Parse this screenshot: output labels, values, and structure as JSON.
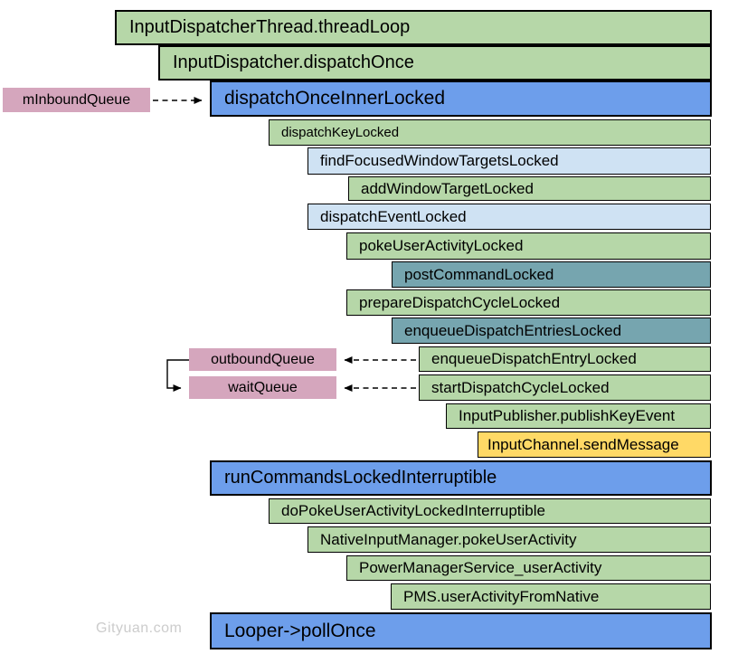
{
  "watermark": "Gityuan.com",
  "palette": {
    "green": "#b6d7a8",
    "blue": "#6d9eeb",
    "light_blue": "#cfe2f3",
    "teal": "#76a5af",
    "pink": "#d5a6bd",
    "yellow": "#ffd966",
    "border": "#000000",
    "watermark_gray": "#cccccc"
  },
  "boxes": [
    {
      "label": "InputDispatcherThread.threadLoop",
      "color": "green"
    },
    {
      "label": "InputDispatcher.dispatchOnce",
      "color": "green"
    },
    {
      "label": "dispatchOnceInnerLocked",
      "color": "blue"
    },
    {
      "label": "dispatchKeyLocked",
      "color": "green"
    },
    {
      "label": "findFocusedWindowTargetsLocked",
      "color": "light_blue"
    },
    {
      "label": "addWindowTargetLocked",
      "color": "green"
    },
    {
      "label": "dispatchEventLocked",
      "color": "light_blue"
    },
    {
      "label": "pokeUserActivityLocked",
      "color": "green"
    },
    {
      "label": "postCommandLocked",
      "color": "teal"
    },
    {
      "label": "prepareDispatchCycleLocked",
      "color": "green"
    },
    {
      "label": "enqueueDispatchEntriesLocked",
      "color": "teal"
    },
    {
      "label": "enqueueDispatchEntryLocked",
      "color": "green"
    },
    {
      "label": "startDispatchCycleLocked",
      "color": "green"
    },
    {
      "label": "InputPublisher.publishKeyEvent",
      "color": "green"
    },
    {
      "label": "InputChannel.sendMessage",
      "color": "yellow"
    },
    {
      "label": "runCommandsLockedInterruptible",
      "color": "blue"
    },
    {
      "label": "doPokeUserActivityLockedInterruptible",
      "color": "green"
    },
    {
      "label": "NativeInputManager.pokeUserActivity",
      "color": "green"
    },
    {
      "label": "PowerManagerService_userActivity",
      "color": "green"
    },
    {
      "label": "PMS.userActivityFromNative",
      "color": "green"
    },
    {
      "label": "Looper->pollOnce",
      "color": "blue"
    }
  ],
  "queues": [
    {
      "label": "mInboundQueue",
      "color": "pink"
    },
    {
      "label": "outboundQueue",
      "color": "pink"
    },
    {
      "label": "waitQueue",
      "color": "pink"
    }
  ],
  "arrows": [
    {
      "name": "minboundqueue-to-dispatchonceinnerlocked",
      "style": "dashed"
    },
    {
      "name": "enqueuedispatchentrylocked-to-outboundqueue",
      "style": "dashed"
    },
    {
      "name": "startdispatchcyclelocked-to-waitqueue",
      "style": "dashed"
    },
    {
      "name": "outboundqueue-to-waitqueue",
      "style": "solid"
    }
  ]
}
